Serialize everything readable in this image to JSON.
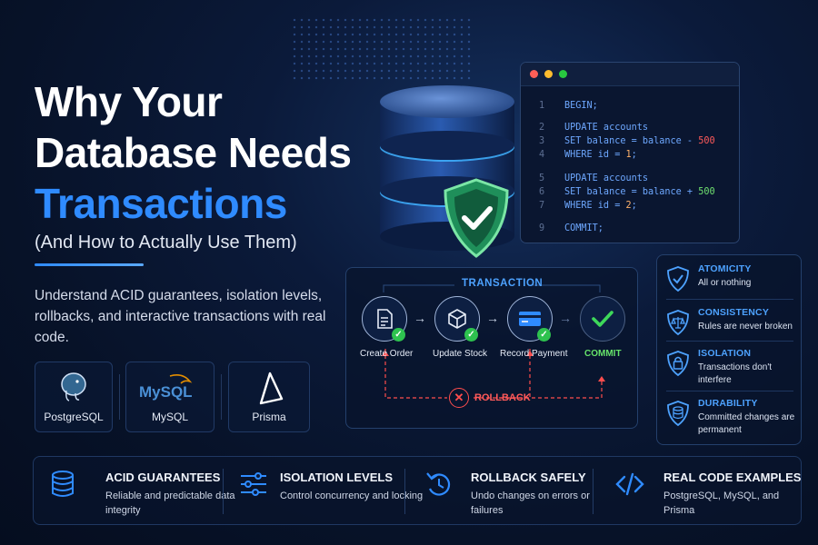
{
  "headline": {
    "line1": "Why Your",
    "line2": "Database Needs",
    "line3": "Transactions",
    "subtitle": "(And How to Actually Use Them)",
    "description": "Understand ACID guarantees, isolation levels, rollbacks, and interactive transactions with real code."
  },
  "technologies": [
    {
      "label": "PostgreSQL",
      "icon": "postgresql-elephant-icon"
    },
    {
      "label": "MySQL",
      "icon": "mysql-dolphin-icon"
    },
    {
      "label": "Prisma",
      "icon": "prisma-triangle-icon"
    }
  ],
  "mysql_logo_text": "MySQL",
  "code": {
    "lines": [
      {
        "n": "1",
        "text": "BEGIN;"
      },
      {
        "n": "2",
        "text": "UPDATE accounts"
      },
      {
        "n": "3",
        "text": "SET balance = balance - ",
        "value": "500"
      },
      {
        "n": "4",
        "text": "WHERE id = ",
        "value": "1",
        "tail": ";"
      },
      {
        "n": "5",
        "text": "UPDATE accounts"
      },
      {
        "n": "6",
        "text": "SET balance = balance + ",
        "value": "500"
      },
      {
        "n": "7",
        "text": "WHERE id = ",
        "value": "2",
        "tail": ";"
      },
      {
        "n": "9",
        "text": "COMMIT;"
      }
    ]
  },
  "transaction": {
    "title": "TRANSACTION",
    "steps": [
      "Create Order",
      "Update Stock",
      "Record Payment"
    ],
    "commit": "COMMIT",
    "rollback": "ROLLBACK"
  },
  "acid": [
    {
      "title": "ATOMICITY",
      "desc": "All or nothing",
      "icon": "shield-check-icon"
    },
    {
      "title": "CONSISTENCY",
      "desc": "Rules are never broken",
      "icon": "scale-icon"
    },
    {
      "title": "ISOLATION",
      "desc": "Transactions don't interfere",
      "icon": "lock-shield-icon"
    },
    {
      "title": "DURABILITY",
      "desc": "Committed changes are permanent",
      "icon": "database-shield-icon"
    }
  ],
  "features": [
    {
      "title": "ACID GUARANTEES",
      "desc": "Reliable and predictable data integrity",
      "icon": "database-icon"
    },
    {
      "title": "ISOLATION LEVELS",
      "desc": "Control concurrency and locking",
      "icon": "sliders-icon"
    },
    {
      "title": "ROLLBACK SAFELY",
      "desc": "Undo changes on errors or failures",
      "icon": "undo-icon"
    },
    {
      "title": "REAL CODE EXAMPLES",
      "desc": "PostgreSQL, MySQL, and Prisma",
      "icon": "code-icon"
    }
  ],
  "colors": {
    "accent": "#2f8bff",
    "success": "#2ec24f",
    "danger": "#ff4d4d",
    "background": "#071228"
  }
}
